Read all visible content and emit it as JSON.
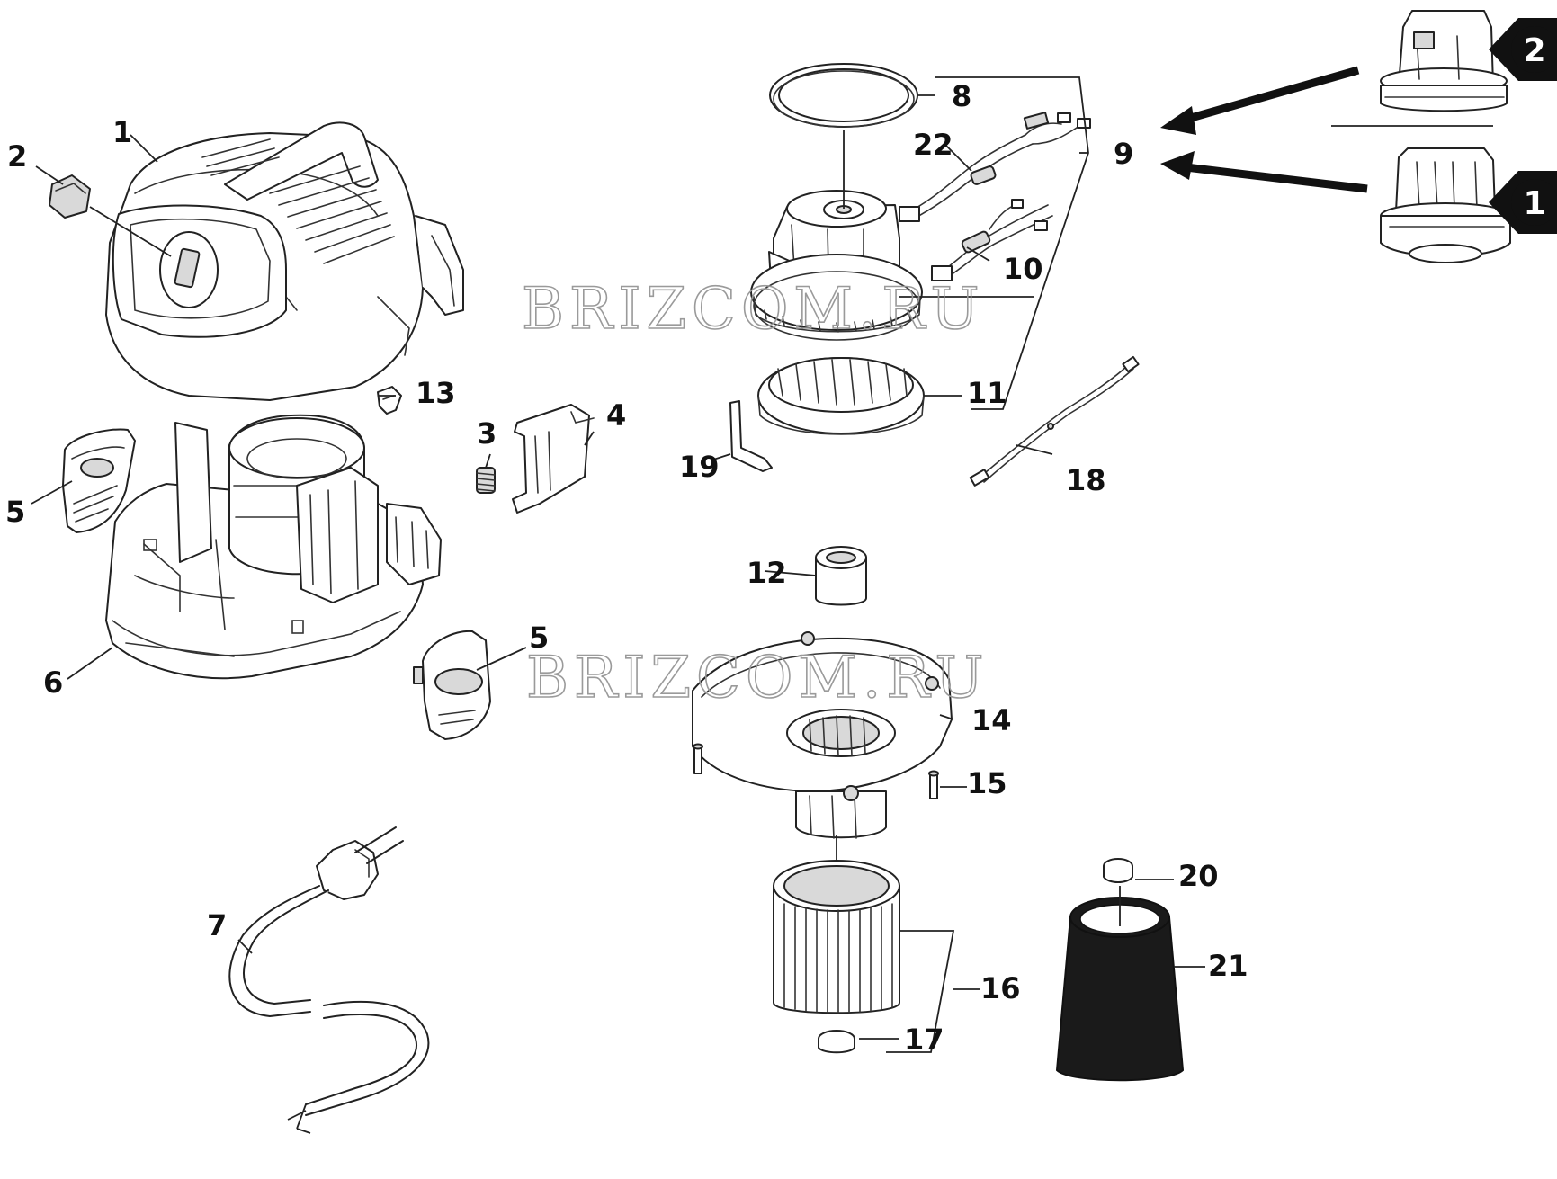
{
  "callouts": {
    "c1": "1",
    "c2": "2",
    "c3": "3",
    "c4": "4",
    "c5a": "5",
    "c5b": "5",
    "c6": "6",
    "c7": "7",
    "c8": "8",
    "c9": "9",
    "c10": "10",
    "c11": "11",
    "c12": "12",
    "c13": "13",
    "c14": "14",
    "c15": "15",
    "c16": "16",
    "c17": "17",
    "c18": "18",
    "c19": "19",
    "c20": "20",
    "c21": "21",
    "c22": "22"
  },
  "variants": {
    "v1": "1",
    "v2": "2"
  },
  "watermark": {
    "top": "BRIZCOM.RU",
    "middle": "BRIZCOM.RU"
  },
  "colors": {
    "ink": "#222222",
    "watermark": "#9a9a9a",
    "foam": "#1a1a1a"
  }
}
